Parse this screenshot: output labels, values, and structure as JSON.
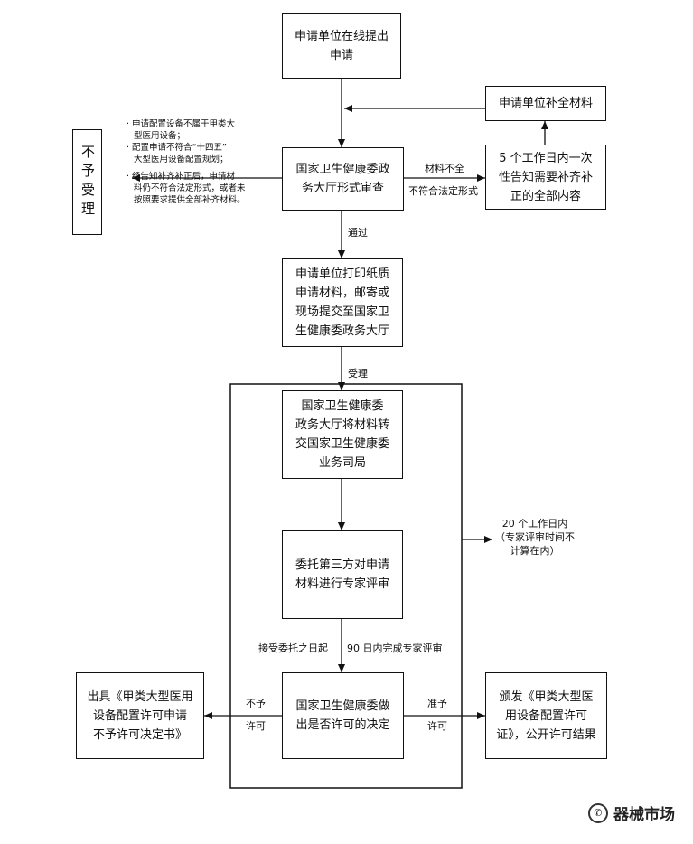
{
  "boxes": {
    "start": [
      "申请单位在线提出",
      "申请"
    ],
    "supplement": [
      "申请单位补全材料"
    ],
    "reject": "不予受理",
    "review": [
      "国家卫生健康委政",
      "务大厅形式审查"
    ],
    "notify": [
      "5 个工作日内一次",
      "性告知需要补齐补",
      "正的全部内容"
    ],
    "print": [
      "申请单位打印纸质",
      "申请材料，邮寄或",
      "现场提交至国家卫",
      "生健康委政务大厅"
    ],
    "transfer": [
      "国家卫生健康委",
      "政务大厅将材料转",
      "交国家卫生健康委",
      "业务司局"
    ],
    "expert": [
      "委托第三方对申请",
      "材料进行专家评审"
    ],
    "decide": [
      "国家卫生健康委做",
      "出是否许可的决定"
    ],
    "deny_doc": [
      "出具《甲类大型医用",
      "设备配置许可申请",
      "不予许可决定书》"
    ],
    "grant_doc": [
      "颁发《甲类大型医",
      "用设备配置许可",
      "证》，公开许可结果"
    ]
  },
  "labels": {
    "incomplete": "材料不全",
    "nonconform": "不符合法定形式",
    "pass": "通过",
    "accept": "受理",
    "from_date": "接受委托之日起",
    "within_90": "90 日内完成专家评审",
    "no_1": "不予",
    "no_2": "许可",
    "yes_1": "准予",
    "yes_2": "许可",
    "days20": [
      "20 个工作日内",
      "（专家评审时间不",
      "计算在内）"
    ]
  },
  "reject_reasons": [
    "· 申请配置设备不属于甲类大",
    "型医用设备；",
    "· 配置申请不符合“十四五”",
    "大型医用设备配置规划；",
    "· 经告知补齐补正后，申请材",
    "料仍不符合法定形式，或者未",
    "按照要求提供全部补齐材料。"
  ],
  "watermark": {
    "text": "器械市场",
    "icon": "wechat-icon"
  }
}
